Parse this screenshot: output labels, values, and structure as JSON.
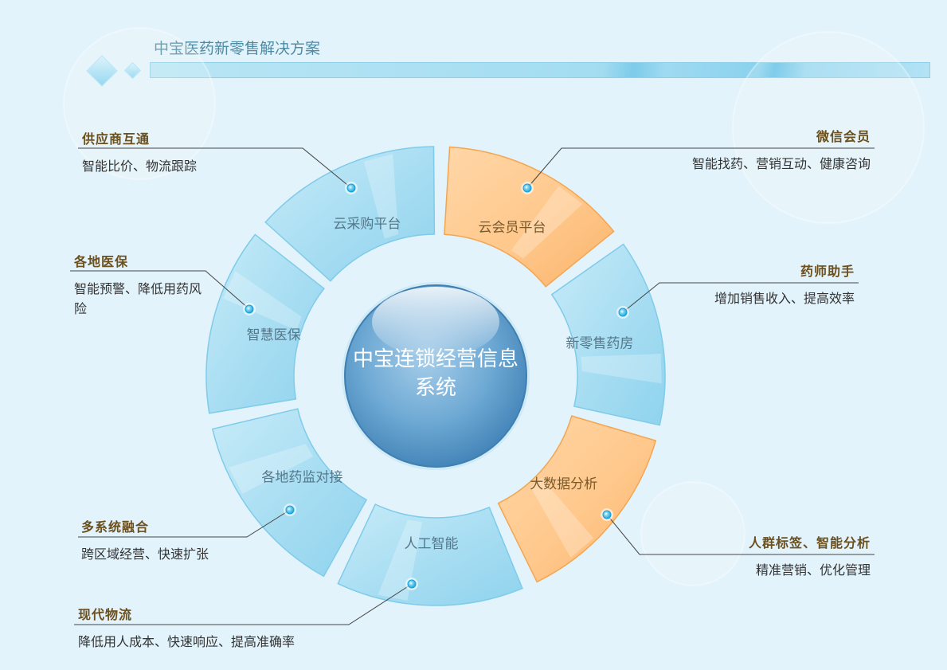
{
  "page_title": "中宝医药新零售解决方案",
  "hub": {
    "label": "中宝连锁经营信息系统"
  },
  "colors": {
    "background": "#e2f3fb",
    "segment_blue": "#a9def2",
    "segment_orange": "#ffc98e",
    "hub_blue": "#5f9fcc",
    "heading_text": "#6b4f1d",
    "connector": "#444444"
  },
  "segments": [
    {
      "label": "云会员平台",
      "color": "orange"
    },
    {
      "label": "新零售药房",
      "color": "blue"
    },
    {
      "label": "大数据分析",
      "color": "orange"
    },
    {
      "label": "人工智能",
      "color": "blue"
    },
    {
      "label": "各地药监对接",
      "color": "blue"
    },
    {
      "label": "智慧医保",
      "color": "blue"
    },
    {
      "label": "云采购平台",
      "color": "blue"
    }
  ],
  "annotations": [
    {
      "title": "供应商互通",
      "desc": "智能比价、物流跟踪"
    },
    {
      "title": "各地医保",
      "desc": "智能预警、降低用药风险"
    },
    {
      "title": "多系统融合",
      "desc": "跨区域经营、快速扩张"
    },
    {
      "title": "现代物流",
      "desc": "降低用人成本、快速响应、提高准确率"
    },
    {
      "title": "微信会员",
      "desc": "智能找药、营销互动、健康咨询"
    },
    {
      "title": "药师助手",
      "desc": "增加销售收入、提高效率"
    },
    {
      "title": "人群标签、智能分析",
      "desc": "精准营销、优化管理"
    }
  ]
}
